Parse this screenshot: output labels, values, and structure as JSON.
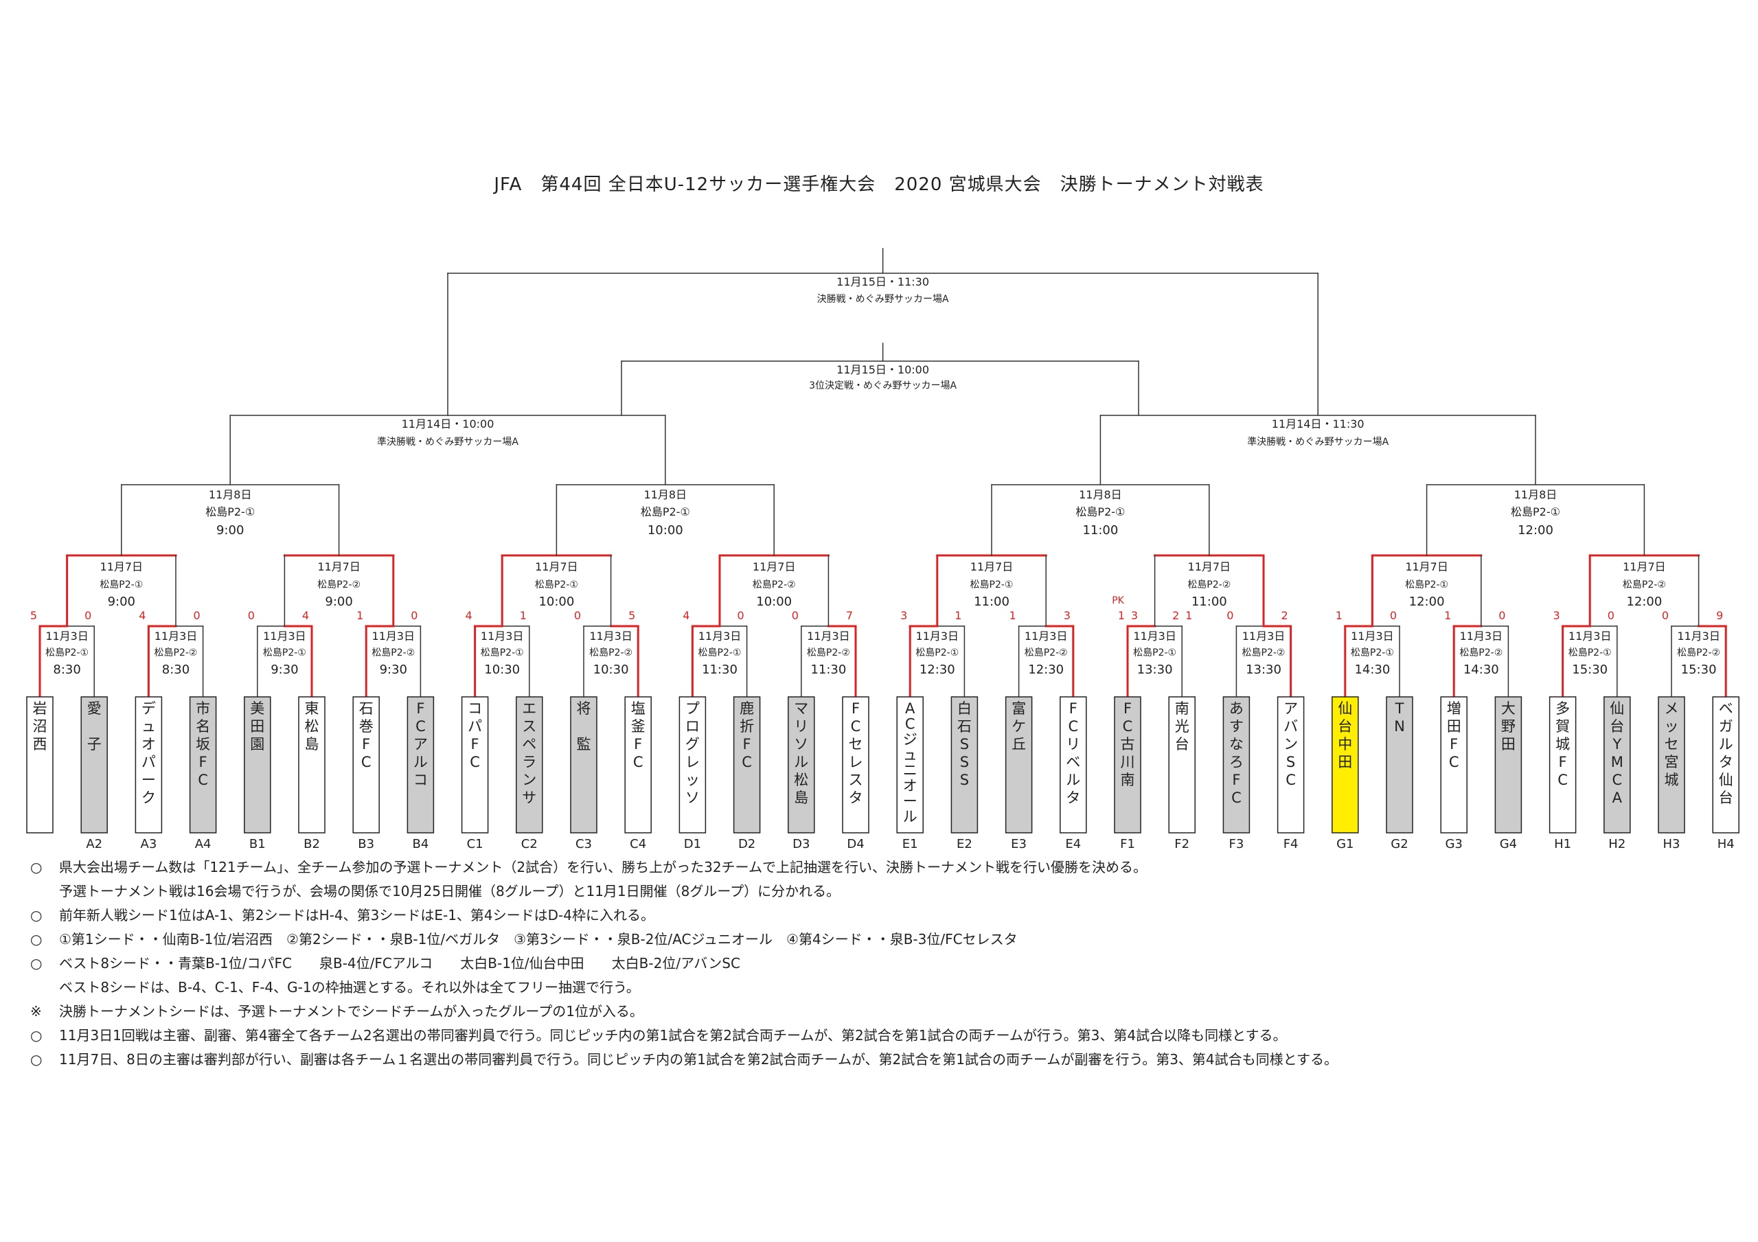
{
  "title": "JFA　第44回 全日本U-12サッカー選手権大会　2020 宮城県大会　決勝トーナメント対戦表",
  "colors": {
    "line": "#333333",
    "win": "#dd2222",
    "team_gray": "#cccccc",
    "team_highlight": "#ffee00"
  },
  "final": {
    "date": "11月15日・11:30",
    "label": "決勝戦・めぐみ野サッカー場A"
  },
  "third": {
    "date": "11月15日・10:00",
    "label": "3位決定戦・めぐみ野サッカー場A"
  },
  "semis": [
    {
      "date": "11月14日・10:00",
      "label": "準決勝戦・めぐみ野サッカー場A"
    },
    {
      "date": "11月14日・11:30",
      "label": "準決勝戦・めぐみ野サッカー場A"
    }
  ],
  "quarters": [
    {
      "date": "11月8日",
      "venue": "松島P2-①",
      "time": "9:00"
    },
    {
      "date": "11月8日",
      "venue": "松島P2-①",
      "time": "10:00"
    },
    {
      "date": "11月8日",
      "venue": "松島P2-①",
      "time": "11:00"
    },
    {
      "date": "11月8日",
      "venue": "松島P2-①",
      "time": "12:00"
    }
  ],
  "round2": [
    {
      "date": "11月7日",
      "venue": "松島P2-①",
      "time": "9:00"
    },
    {
      "date": "11月7日",
      "venue": "松島P2-②",
      "time": "9:00"
    },
    {
      "date": "11月7日",
      "venue": "松島P2-①",
      "time": "10:00"
    },
    {
      "date": "11月7日",
      "venue": "松島P2-②",
      "time": "10:00"
    },
    {
      "date": "11月7日",
      "venue": "松島P2-①",
      "time": "11:00"
    },
    {
      "date": "11月7日",
      "venue": "松島P2-②",
      "time": "11:00"
    },
    {
      "date": "11月7日",
      "venue": "松島P2-①",
      "time": "12:00"
    },
    {
      "date": "11月7日",
      "venue": "松島P2-②",
      "time": "12:00"
    }
  ],
  "round1": [
    {
      "date": "11月3日",
      "venue": "松島P2-①",
      "time": "8:30",
      "score_a": "5",
      "score_b": "0"
    },
    {
      "date": "11月3日",
      "venue": "松島P2-②",
      "time": "8:30",
      "score_a": "4",
      "score_b": "0"
    },
    {
      "date": "11月3日",
      "venue": "松島P2-①",
      "time": "9:30",
      "score_a": "0",
      "score_b": "4"
    },
    {
      "date": "11月3日",
      "venue": "松島P2-②",
      "time": "9:30",
      "score_a": "1",
      "score_b": "0"
    },
    {
      "date": "11月3日",
      "venue": "松島P2-①",
      "time": "10:30",
      "score_a": "4",
      "score_b": "1"
    },
    {
      "date": "11月3日",
      "venue": "松島P2-②",
      "time": "10:30",
      "score_a": "0",
      "score_b": "5"
    },
    {
      "date": "11月3日",
      "venue": "松島P2-①",
      "time": "11:30",
      "score_a": "4",
      "score_b": "0"
    },
    {
      "date": "11月3日",
      "venue": "松島P2-②",
      "time": "11:30",
      "score_a": "0",
      "score_b": "7"
    },
    {
      "date": "11月3日",
      "venue": "松島P2-①",
      "time": "12:30",
      "score_a": "3",
      "score_b": "1"
    },
    {
      "date": "11月3日",
      "venue": "松島P2-②",
      "time": "12:30",
      "score_a": "1",
      "score_b": "3"
    },
    {
      "date": "11月3日",
      "venue": "松島P2-①",
      "time": "13:30",
      "score_a": "1",
      "score_b": "2",
      "pk": "PK",
      "score_a2": "3",
      "score_b2": "1"
    },
    {
      "date": "11月3日",
      "venue": "松島P2-②",
      "time": "13:30",
      "score_a": "0",
      "score_b": "2"
    },
    {
      "date": "11月3日",
      "venue": "松島P2-①",
      "time": "14:30",
      "score_a": "1",
      "score_b": "0"
    },
    {
      "date": "11月3日",
      "venue": "松島P2-②",
      "time": "14:30",
      "score_a": "1",
      "score_b": "0"
    },
    {
      "date": "11月3日",
      "venue": "松島P2-①",
      "time": "15:30",
      "score_a": "3",
      "score_b": "0"
    },
    {
      "date": "11月3日",
      "venue": "松島P2-②",
      "time": "15:30",
      "score_a": "0",
      "score_b": "9"
    }
  ],
  "teams": [
    {
      "name": "岩沼西",
      "seed": "",
      "fill": "white"
    },
    {
      "name": "愛　子",
      "seed": "A2",
      "fill": "gray"
    },
    {
      "name": "デュオパーク",
      "seed": "A3",
      "fill": "white"
    },
    {
      "name": "市名坂FC",
      "seed": "A4",
      "fill": "gray"
    },
    {
      "name": "美田園",
      "seed": "B1",
      "fill": "gray"
    },
    {
      "name": "東松島",
      "seed": "B2",
      "fill": "white"
    },
    {
      "name": "石巻FC",
      "seed": "B3",
      "fill": "white"
    },
    {
      "name": "FCアルコ",
      "seed": "B4",
      "fill": "gray"
    },
    {
      "name": "コパFC",
      "seed": "C1",
      "fill": "white"
    },
    {
      "name": "エスペランサ",
      "seed": "C2",
      "fill": "gray"
    },
    {
      "name": "将　監",
      "seed": "C3",
      "fill": "gray"
    },
    {
      "name": "塩釜FC",
      "seed": "C4",
      "fill": "white"
    },
    {
      "name": "プログレッソ",
      "seed": "D1",
      "fill": "white"
    },
    {
      "name": "鹿折FC",
      "seed": "D2",
      "fill": "gray"
    },
    {
      "name": "マリソル松島",
      "seed": "D3",
      "fill": "gray"
    },
    {
      "name": "FCセレスタ",
      "seed": "D4",
      "fill": "white"
    },
    {
      "name": "ACジュニオール",
      "seed": "E1",
      "fill": "white"
    },
    {
      "name": "白石SSS",
      "seed": "E2",
      "fill": "gray"
    },
    {
      "name": "富ケ丘",
      "seed": "E3",
      "fill": "gray"
    },
    {
      "name": "FCリベルタ",
      "seed": "E4",
      "fill": "white"
    },
    {
      "name": "FC古川南",
      "seed": "F1",
      "fill": "gray"
    },
    {
      "name": "南光台",
      "seed": "F2",
      "fill": "white"
    },
    {
      "name": "あすなろFC",
      "seed": "F3",
      "fill": "gray"
    },
    {
      "name": "アバンSC",
      "seed": "F4",
      "fill": "white"
    },
    {
      "name": "仙台中田",
      "seed": "G1",
      "fill": "yellow"
    },
    {
      "name": "TN",
      "seed": "G2",
      "fill": "gray"
    },
    {
      "name": "増田FC",
      "seed": "G3",
      "fill": "white"
    },
    {
      "name": "大野田",
      "seed": "G4",
      "fill": "gray"
    },
    {
      "name": "多賀城FC",
      "seed": "H1",
      "fill": "white"
    },
    {
      "name": "仙台YMCA",
      "seed": "H2",
      "fill": "gray"
    },
    {
      "name": "メッセ宮城",
      "seed": "H3",
      "fill": "gray"
    },
    {
      "name": "ベガルタ仙台",
      "seed": "H4",
      "fill": "white"
    }
  ],
  "round1_winners": [
    "A",
    "A",
    "B",
    "A",
    "A",
    "B",
    "A",
    "B",
    "A",
    "B",
    "A",
    "B",
    "A",
    "A",
    "A",
    "B"
  ],
  "round2_winners": [
    "A",
    "B",
    "A",
    "A",
    "A",
    "B",
    "A",
    "A"
  ],
  "notes": [
    {
      "mark": "○",
      "text": "県大会出場チーム数は「121チーム」、全チーム参加の予選トーナメント（2試合）を行い、勝ち上がった32チームで上記抽選を行い、決勝トーナメント戦を行い優勝を決める。"
    },
    {
      "mark": "",
      "text": "予選トーナメント戦は16会場で行うが、会場の関係で10月25日開催（8グループ）と11月1日開催（8グループ）に分かれる。"
    },
    {
      "mark": "○",
      "text": "前年新人戦シード1位はA-1、第2シードはH-4、第3シードはE-1、第4シードはD-4枠に入れる。"
    },
    {
      "mark": "○",
      "text": "①第1シード・・仙南B-1位/岩沼西　②第2シード・・泉B-1位/ベガルタ　③第3シード・・泉B-2位/ACジュニオール　④第4シード・・泉B-3位/FCセレスタ"
    },
    {
      "mark": "○",
      "text": "ベスト8シード・・青葉B-1位/コパFC　　泉B-4位/FCアルコ　　太白B-1位/仙台中田　　太白B-2位/アバンSC"
    },
    {
      "mark": "",
      "text": "ベスト8シードは、B-4、C-1、F-4、G-1の枠抽選とする。それ以外は全てフリー抽選で行う。"
    },
    {
      "mark": "※",
      "text": "決勝トーナメントシードは、予選トーナメントでシードチームが入ったグループの1位が入る。"
    },
    {
      "mark": "○",
      "text": "11月3日1回戦は主審、副審、第4審全て各チーム2名選出の帯同審判員で行う。同じピッチ内の第1試合を第2試合両チームが、第2試合を第1試合の両チームが行う。第3、第4試合以降も同様とする。"
    },
    {
      "mark": "○",
      "text": "11月7日、8日の主審は審判部が行い、副審は各チーム１名選出の帯同審判員で行う。同じピッチ内の第1試合を第2試合両チームが、第2試合を第1試合の両チームが副審を行う。第3、第4試合も同様とする。"
    }
  ]
}
